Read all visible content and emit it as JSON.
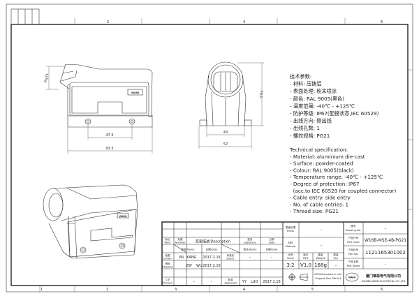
{
  "zones": {
    "top": [
      "2",
      "4",
      "6"
    ],
    "bottom": [
      "1",
      "2",
      "3",
      "4",
      "5",
      "6"
    ]
  },
  "logo_text": "WAIN",
  "dimensions": {
    "pg": "PG21",
    "hole_spacing": "47.5",
    "length": "93.5",
    "height": "70.1",
    "base_inner": "43",
    "base_outer": "57"
  },
  "spec_cn": {
    "title": "技术参数:",
    "items": [
      "- 材料: 压铸铝",
      "- 表面处理: 粉末喷涂",
      "- 颜色: RAL 9005(黑色)",
      "- 温度范围: -40℃ - +125℃",
      "- 防护等级: IP67(配接状态,IEC 60529)",
      "- 出线方向: 侧出线",
      "- 出线孔数: 1",
      "- 螺纹规格: PG21"
    ]
  },
  "spec_en": {
    "title": "Technical specification:",
    "items": [
      "- Material: aluminium die-cast",
      "- Surface: powder-coated",
      "- Colour: RAL 9005(black)",
      "- Temperature range: -40℃ - +125℃",
      "- Degree of protection: IP67",
      "  (acc.to IEC 60529 for coupled connector)",
      "- Cable entry: side entry",
      "- No. of cable entries: 1",
      "- Thread size: PG21"
    ]
  },
  "title_block": {
    "work_cn": "标记",
    "work": "Work",
    "number_cn": "处数",
    "number": "Number",
    "description": "变更描述/Description",
    "signature_cn": "签名",
    "signature": "Signature",
    "date_cn": "日期",
    "date": "Date",
    "name_date_1": "姓名/Name",
    "date_1": "日期/Date",
    "name_date_2": "姓名/Name",
    "date_2": "日期/Date",
    "drawn_cn": "绘图",
    "drawn": "Drawn",
    "drawn_name": "WL  KANG",
    "drawn_date": "2017.2.16",
    "stand_cn": "标准化",
    "stand": "Stand.",
    "stand_name": "–",
    "stand_date": "–",
    "checked_cn": "审核",
    "checked": "Checked",
    "checked_name": "ZW    WU",
    "checked_date": "2017.2.16",
    "process_cn": "工艺",
    "process": "Process",
    "process_name": "–",
    "process_date": "–",
    "approved_cn": "批准",
    "approved": "Approved",
    "approved_name": "YY    LUO",
    "approved_date": "2017.2.16",
    "finish_cn": "表面处理",
    "finish": "Finish",
    "finish_value": "–",
    "material_cn": "材料",
    "material": "Material",
    "material_value": "–",
    "scale_cn": "比例",
    "scale": "Scale",
    "scale_value": "3:2",
    "rev_cn": "版本",
    "rev": "REV.",
    "rev_value": "V1.0",
    "weight_cn": "重量",
    "weight": "Weight",
    "weight_value": "168g",
    "qty_cn": "数量",
    "qty": "Qty.",
    "qty_value": "–",
    "dims_note_1": "All Dimensions in mm",
    "dims_note_2": "Original Size DIN A 4",
    "drawing_no_cn": "图号",
    "drawing_no": "Drawing No.",
    "drawing_no_value": "–",
    "part_code_cn": "产品代号",
    "part_code": "Part Code",
    "part_code_value": "W16B-MSE-4B-PG21",
    "part_no_cn": "产品料号",
    "part_no": "Part No.",
    "part_no_value": "1121165301002",
    "part_name_cn": "产品名称",
    "part_name": "Part Name",
    "part_name_value": "–",
    "company_cn": "厦门唯恩电气有限公司",
    "company_en": "XIAMEN WAIN ELECTRICAL CO.,LTD",
    "company_logo": "WAIN"
  }
}
